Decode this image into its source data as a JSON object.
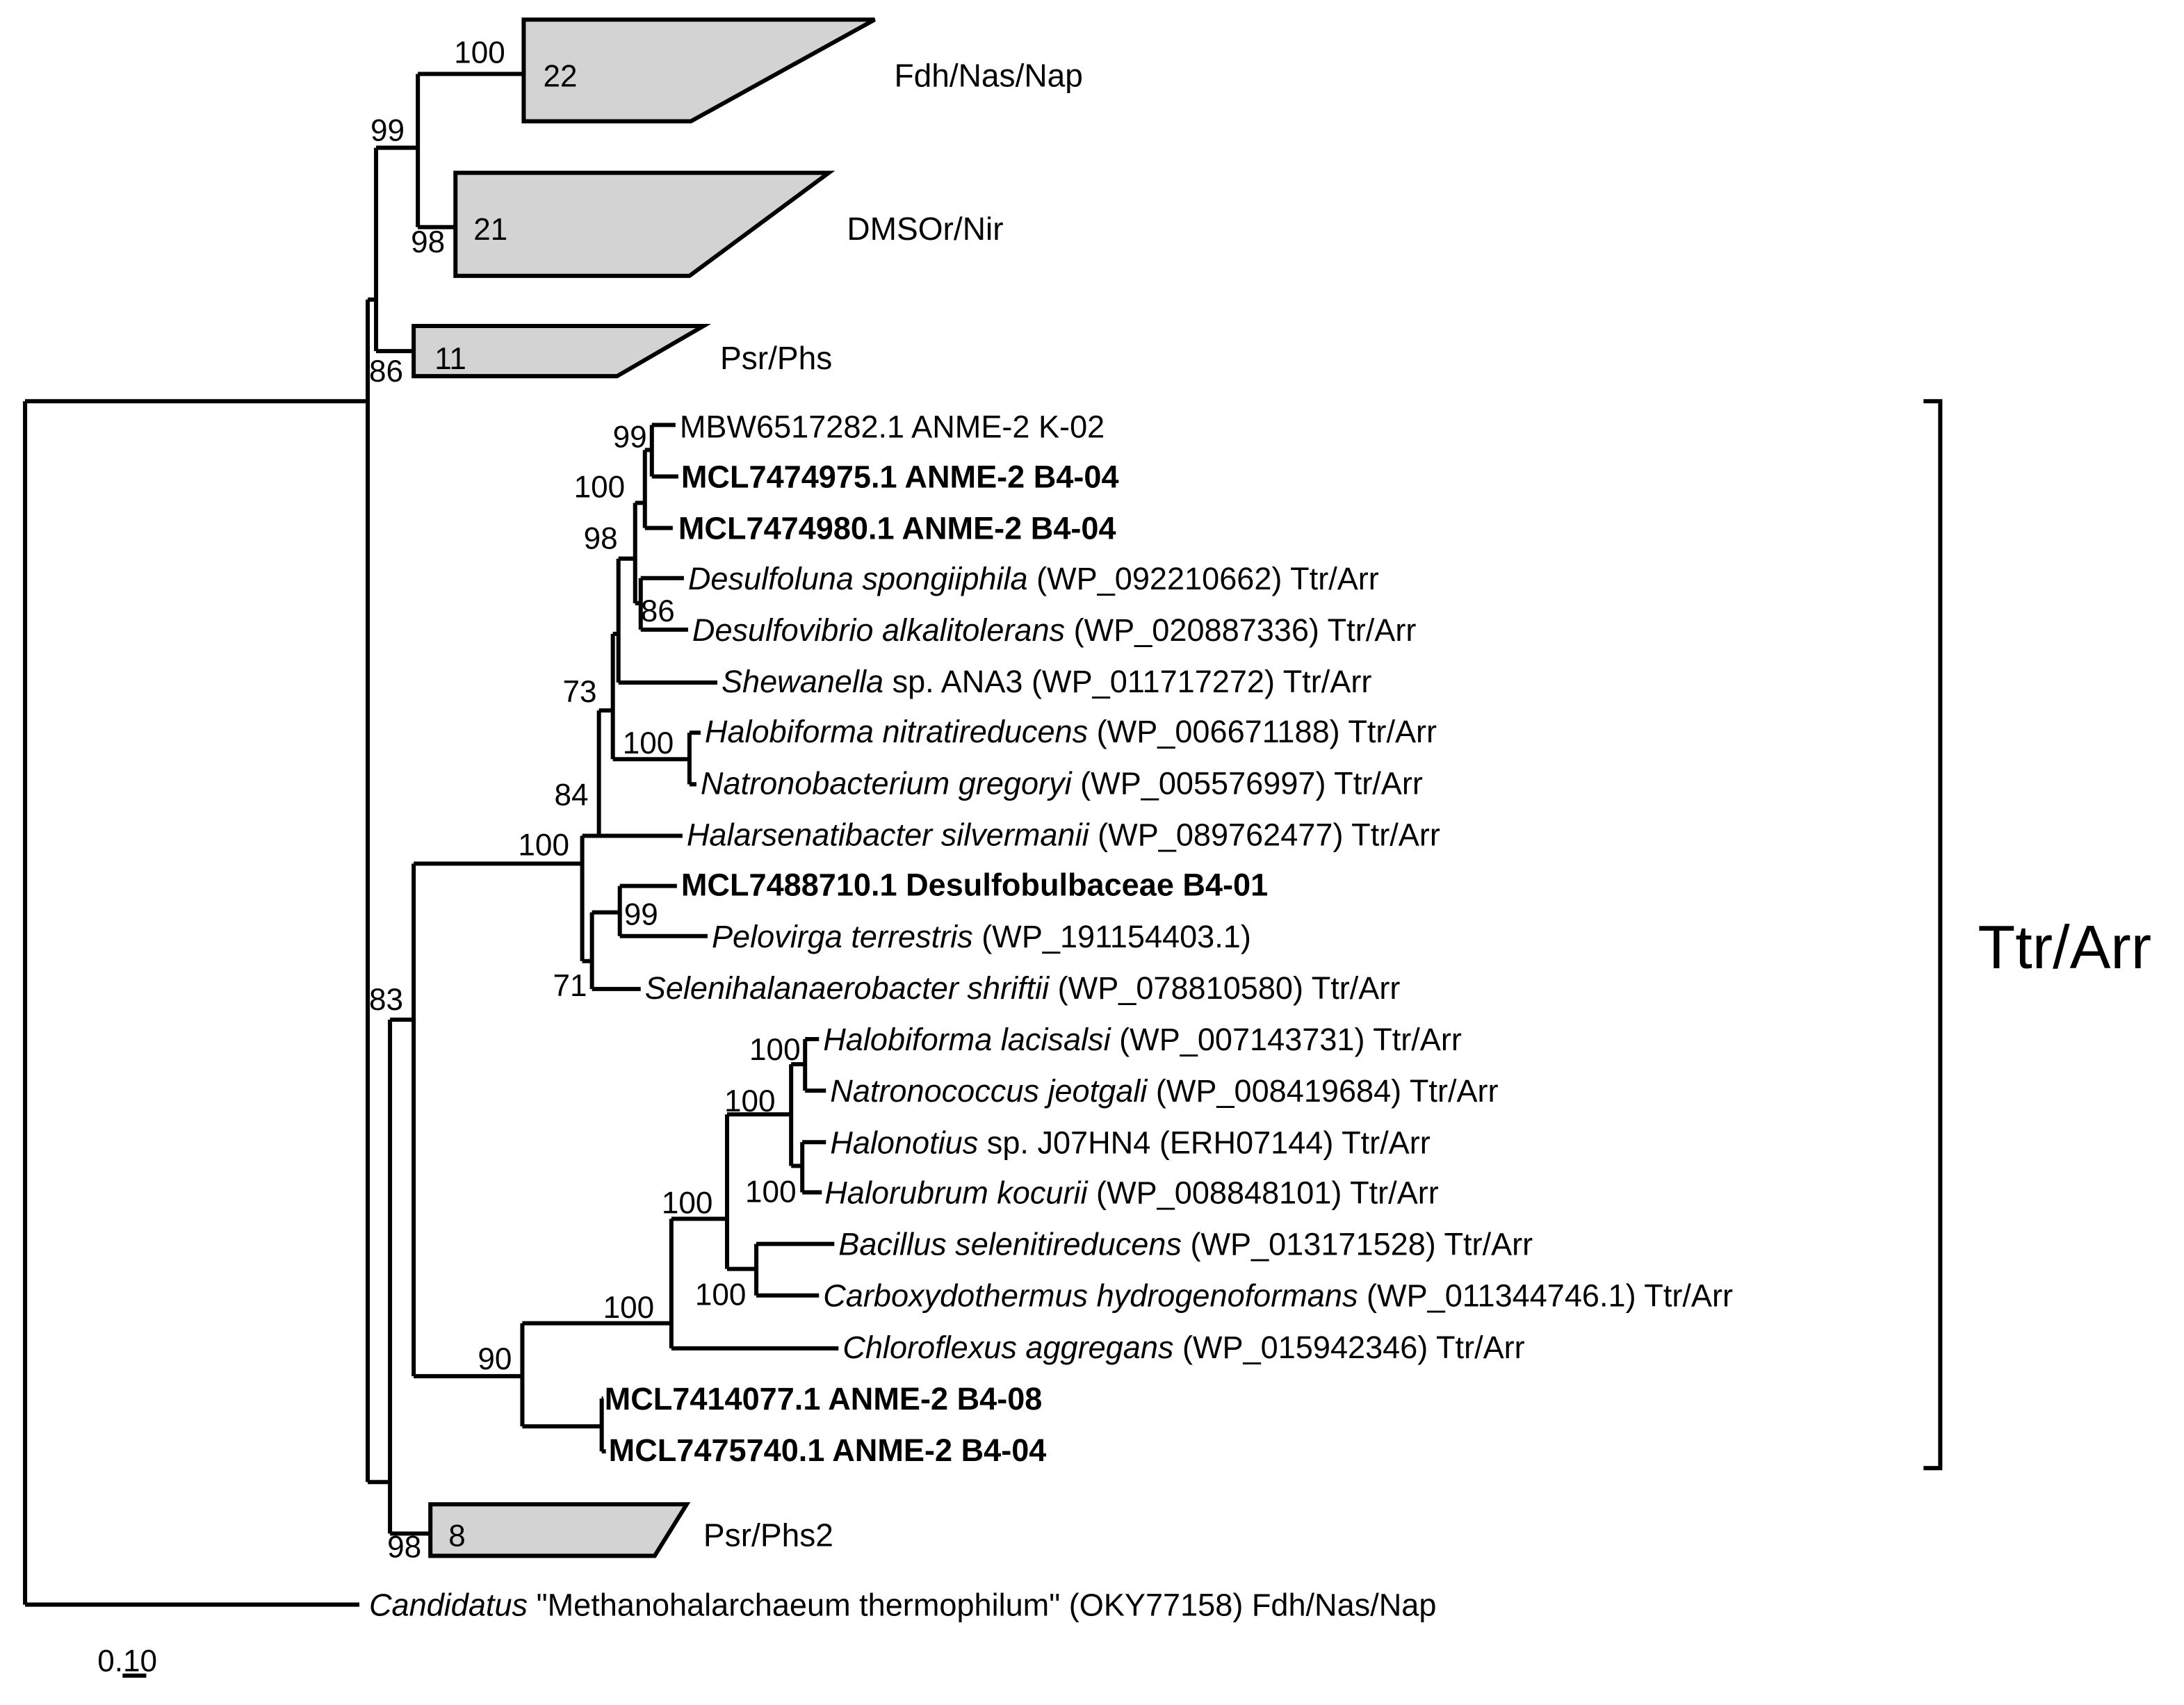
{
  "colors": {
    "line": "#000000",
    "clade_fill": "#d3d3d3",
    "background": "#ffffff"
  },
  "collapsed_clades": [
    {
      "count": "22",
      "label": "Fdh/Nas/Nap"
    },
    {
      "count": "21",
      "label": "DMSOr/Nir"
    },
    {
      "count": "11",
      "label": "Psr/Phs"
    },
    {
      "count": "8",
      "label": "Psr/Phs2"
    }
  ],
  "taxa": [
    {
      "italic": "",
      "rest": "MBW6517282.1 ANME-2 K-02",
      "bold": false
    },
    {
      "italic": "",
      "rest": "MCL7474975.1 ANME-2 B4-04",
      "bold": true
    },
    {
      "italic": "",
      "rest": "MCL7474980.1 ANME-2 B4-04",
      "bold": true
    },
    {
      "italic": "Desulfoluna spongiiphila",
      "rest": " (WP_092210662) Ttr/Arr",
      "bold": false
    },
    {
      "italic": "Desulfovibrio alkalitolerans",
      "rest": " (WP_020887336) Ttr/Arr",
      "bold": false
    },
    {
      "italic": "Shewanella",
      "rest": " sp. ANA3 (WP_011717272) Ttr/Arr",
      "bold": false
    },
    {
      "italic": "Halobiforma nitratireducens",
      "rest": " (WP_006671188) Ttr/Arr",
      "bold": false
    },
    {
      "italic": "Natronobacterium gregoryi",
      "rest": " (WP_005576997) Ttr/Arr",
      "bold": false
    },
    {
      "italic": "Halarsenatibacter silvermanii",
      "rest": " (WP_089762477) Ttr/Arr",
      "bold": false
    },
    {
      "italic": "",
      "rest": "MCL7488710.1 Desulfobulbaceae B4-01",
      "bold": true
    },
    {
      "italic": "Pelovirga terrestris",
      "rest": " (WP_191154403.1)",
      "bold": false
    },
    {
      "italic": "Selenihalanaerobacter shriftii",
      "rest": " (WP_078810580) Ttr/Arr",
      "bold": false
    },
    {
      "italic": "Halobiforma lacisalsi",
      "rest": " (WP_007143731) Ttr/Arr",
      "bold": false
    },
    {
      "italic": "Natronococcus jeotgali",
      "rest": " (WP_008419684) Ttr/Arr",
      "bold": false
    },
    {
      "italic": "Halonotius",
      "rest": " sp. J07HN4 (ERH07144) Ttr/Arr",
      "bold": false
    },
    {
      "italic": "Halorubrum kocurii",
      "rest": " (WP_008848101) Ttr/Arr",
      "bold": false
    },
    {
      "italic": "Bacillus selenitireducens",
      "rest": " (WP_013171528) Ttr/Arr",
      "bold": false
    },
    {
      "italic": "Carboxydothermus hydrogenoformans",
      "rest": " (WP_011344746.1) Ttr/Arr",
      "bold": false
    },
    {
      "italic": "Chloroflexus aggregans",
      "rest": " (WP_015942346) Ttr/Arr",
      "bold": false
    },
    {
      "italic": "",
      "rest": "MCL7414077.1 ANME-2 B4-08",
      "bold": true
    },
    {
      "italic": "",
      "rest": "MCL7475740.1 ANME-2 B4-04",
      "bold": true
    },
    {
      "italic": "Candidatus",
      "rest": " \"Methanohalarchaeum thermophilum\" (OKY77158) Fdh/Nas/Nap",
      "bold": false
    }
  ],
  "bootstrap_values": [
    "100",
    "99",
    "98",
    "86",
    "99",
    "100",
    "98",
    "86",
    "73",
    "100",
    "84",
    "100",
    "99",
    "71",
    "83",
    "100",
    "100",
    "100",
    "100",
    "100",
    "100",
    "90",
    "98"
  ],
  "group_label": "Ttr/Arr",
  "scale_bar_label": "0.10"
}
